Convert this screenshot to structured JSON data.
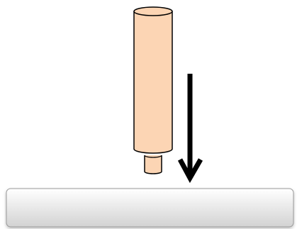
{
  "diagram": {
    "colors": {
      "cylinder_fill": "#FCD5B4",
      "cylinder_stroke": "#000000",
      "arrow": "#000000",
      "surface_top": "#FFFFFF",
      "surface_bottom": "#D2D2D2",
      "surface_stroke": "#9A9A9A"
    },
    "elements": [
      {
        "name": "cylinder-body",
        "kind": "cylinder"
      },
      {
        "name": "cylinder-tip",
        "kind": "cylinder"
      },
      {
        "name": "down-arrow-icon",
        "kind": "arrow",
        "direction": "down"
      },
      {
        "name": "surface-slab",
        "kind": "slab"
      }
    ]
  }
}
